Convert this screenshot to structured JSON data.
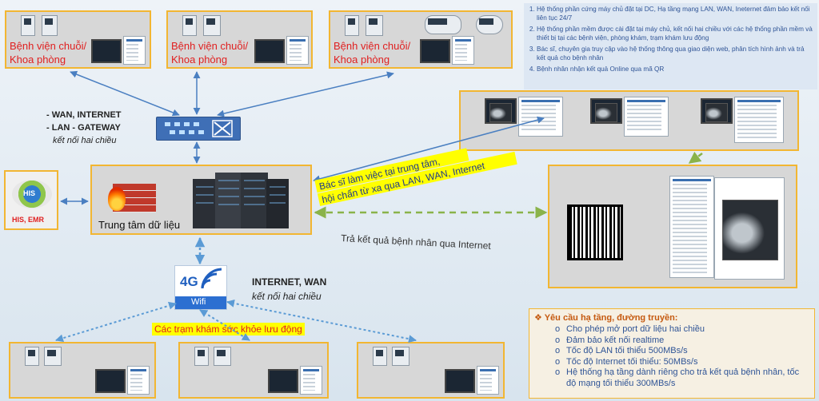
{
  "hospitals": [
    {
      "line1": "Bệnh viện chuỗi/",
      "line2": "Khoa phòng"
    },
    {
      "line1": "Bệnh viện chuỗi/",
      "line2": "Khoa phòng"
    },
    {
      "line1": "Bệnh viện chuỗi/",
      "line2": "Khoa phòng"
    }
  ],
  "notes": [
    "Hệ thống phần cứng máy chủ đặt tại DC, Hạ tầng mạng LAN, WAN, Ineternet đảm bảo kết nối liên tục 24/7",
    "Hệ thống phần mềm được cài đặt tại máy chủ, kết nối hai chiều với các hệ thống phần mềm và thiết bị tại các bệnh viện, phòng khám, trạm khám lưu động",
    "Bác sĩ, chuyên gia truy cập vào hệ thống thông qua giao diện web, phân tích hình ảnh và trả kết quả cho bệnh nhân",
    "Bệnh nhân nhận kết quả Online qua mã QR"
  ],
  "network_top": {
    "line1": "- WAN, INTERNET",
    "line2": "- LAN - GATEWAY",
    "line3": "kết nối hai chiều"
  },
  "his": {
    "label": "HIS, EMR",
    "logo": "HIS"
  },
  "datacenter": {
    "label": "Trung tâm dữ liệu"
  },
  "doctor": {
    "line1": "Bác sĩ làm việc tại trung tâm,",
    "line2": "hội chẩn từ xa qua LAN, WAN, Internet"
  },
  "result_label": "Trả kết quả bệnh nhân qua Internet",
  "wifi": {
    "top": "4G",
    "bottom": "Wifi"
  },
  "network_bottom": {
    "line1": "INTERNET, WAN",
    "line2": "kết nối hai chiều"
  },
  "mobile_label": "Các trạm khám sức khỏe lưu động",
  "requirements": {
    "title": "❖ Yêu cầu hạ tầng, đường truyền:",
    "items": [
      "Cho phép mở port dữ liệu hai chiều",
      "Đảm bảo kết nối realtime",
      "Tốc độ LAN tối thiểu 500MBs/s",
      "Tốc độ Internet tối thiểu: 50MBs/s",
      "Hệ thống hạ tầng dành riêng cho trả kết quả bệnh nhân, tốc độ mạng tối thiểu 300MBs/s"
    ]
  },
  "colors": {
    "border": "#f2b632",
    "arrow": "#4a7fc1",
    "dashed": "#8ab34a",
    "label_red": "#e02020",
    "note_blue": "#2f5496"
  }
}
